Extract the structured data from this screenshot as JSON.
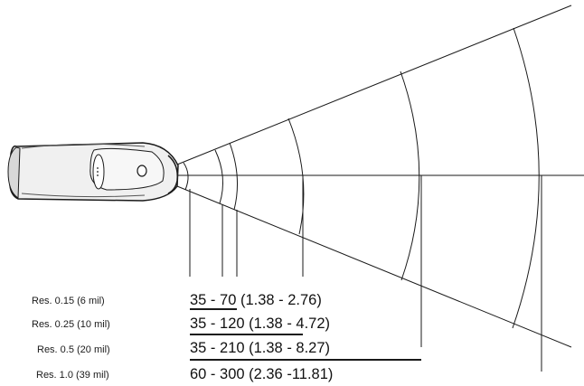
{
  "rows": [
    {
      "resolution": "Res. 0.15 (6 mil)",
      "range": "35 - 70 (1.38 - 2.76)"
    },
    {
      "resolution": "Res. 0.25 (10 mil)",
      "range": "35 - 120 (1.38 - 4.72)"
    },
    {
      "resolution": "Res. 0.5 (20 mil)",
      "range": "35 - 210 (1.38 - 8.27)"
    },
    {
      "resolution": "Res. 1.0 (39 mil)",
      "range": "60 - 300 (2.36 -11.81)"
    }
  ],
  "icons": {
    "scanner": "barcode-scanner-icon"
  },
  "colors": {
    "line": "#1a1a1a",
    "scanner_body": "#f0f0f0",
    "scanner_dark": "#555555"
  }
}
